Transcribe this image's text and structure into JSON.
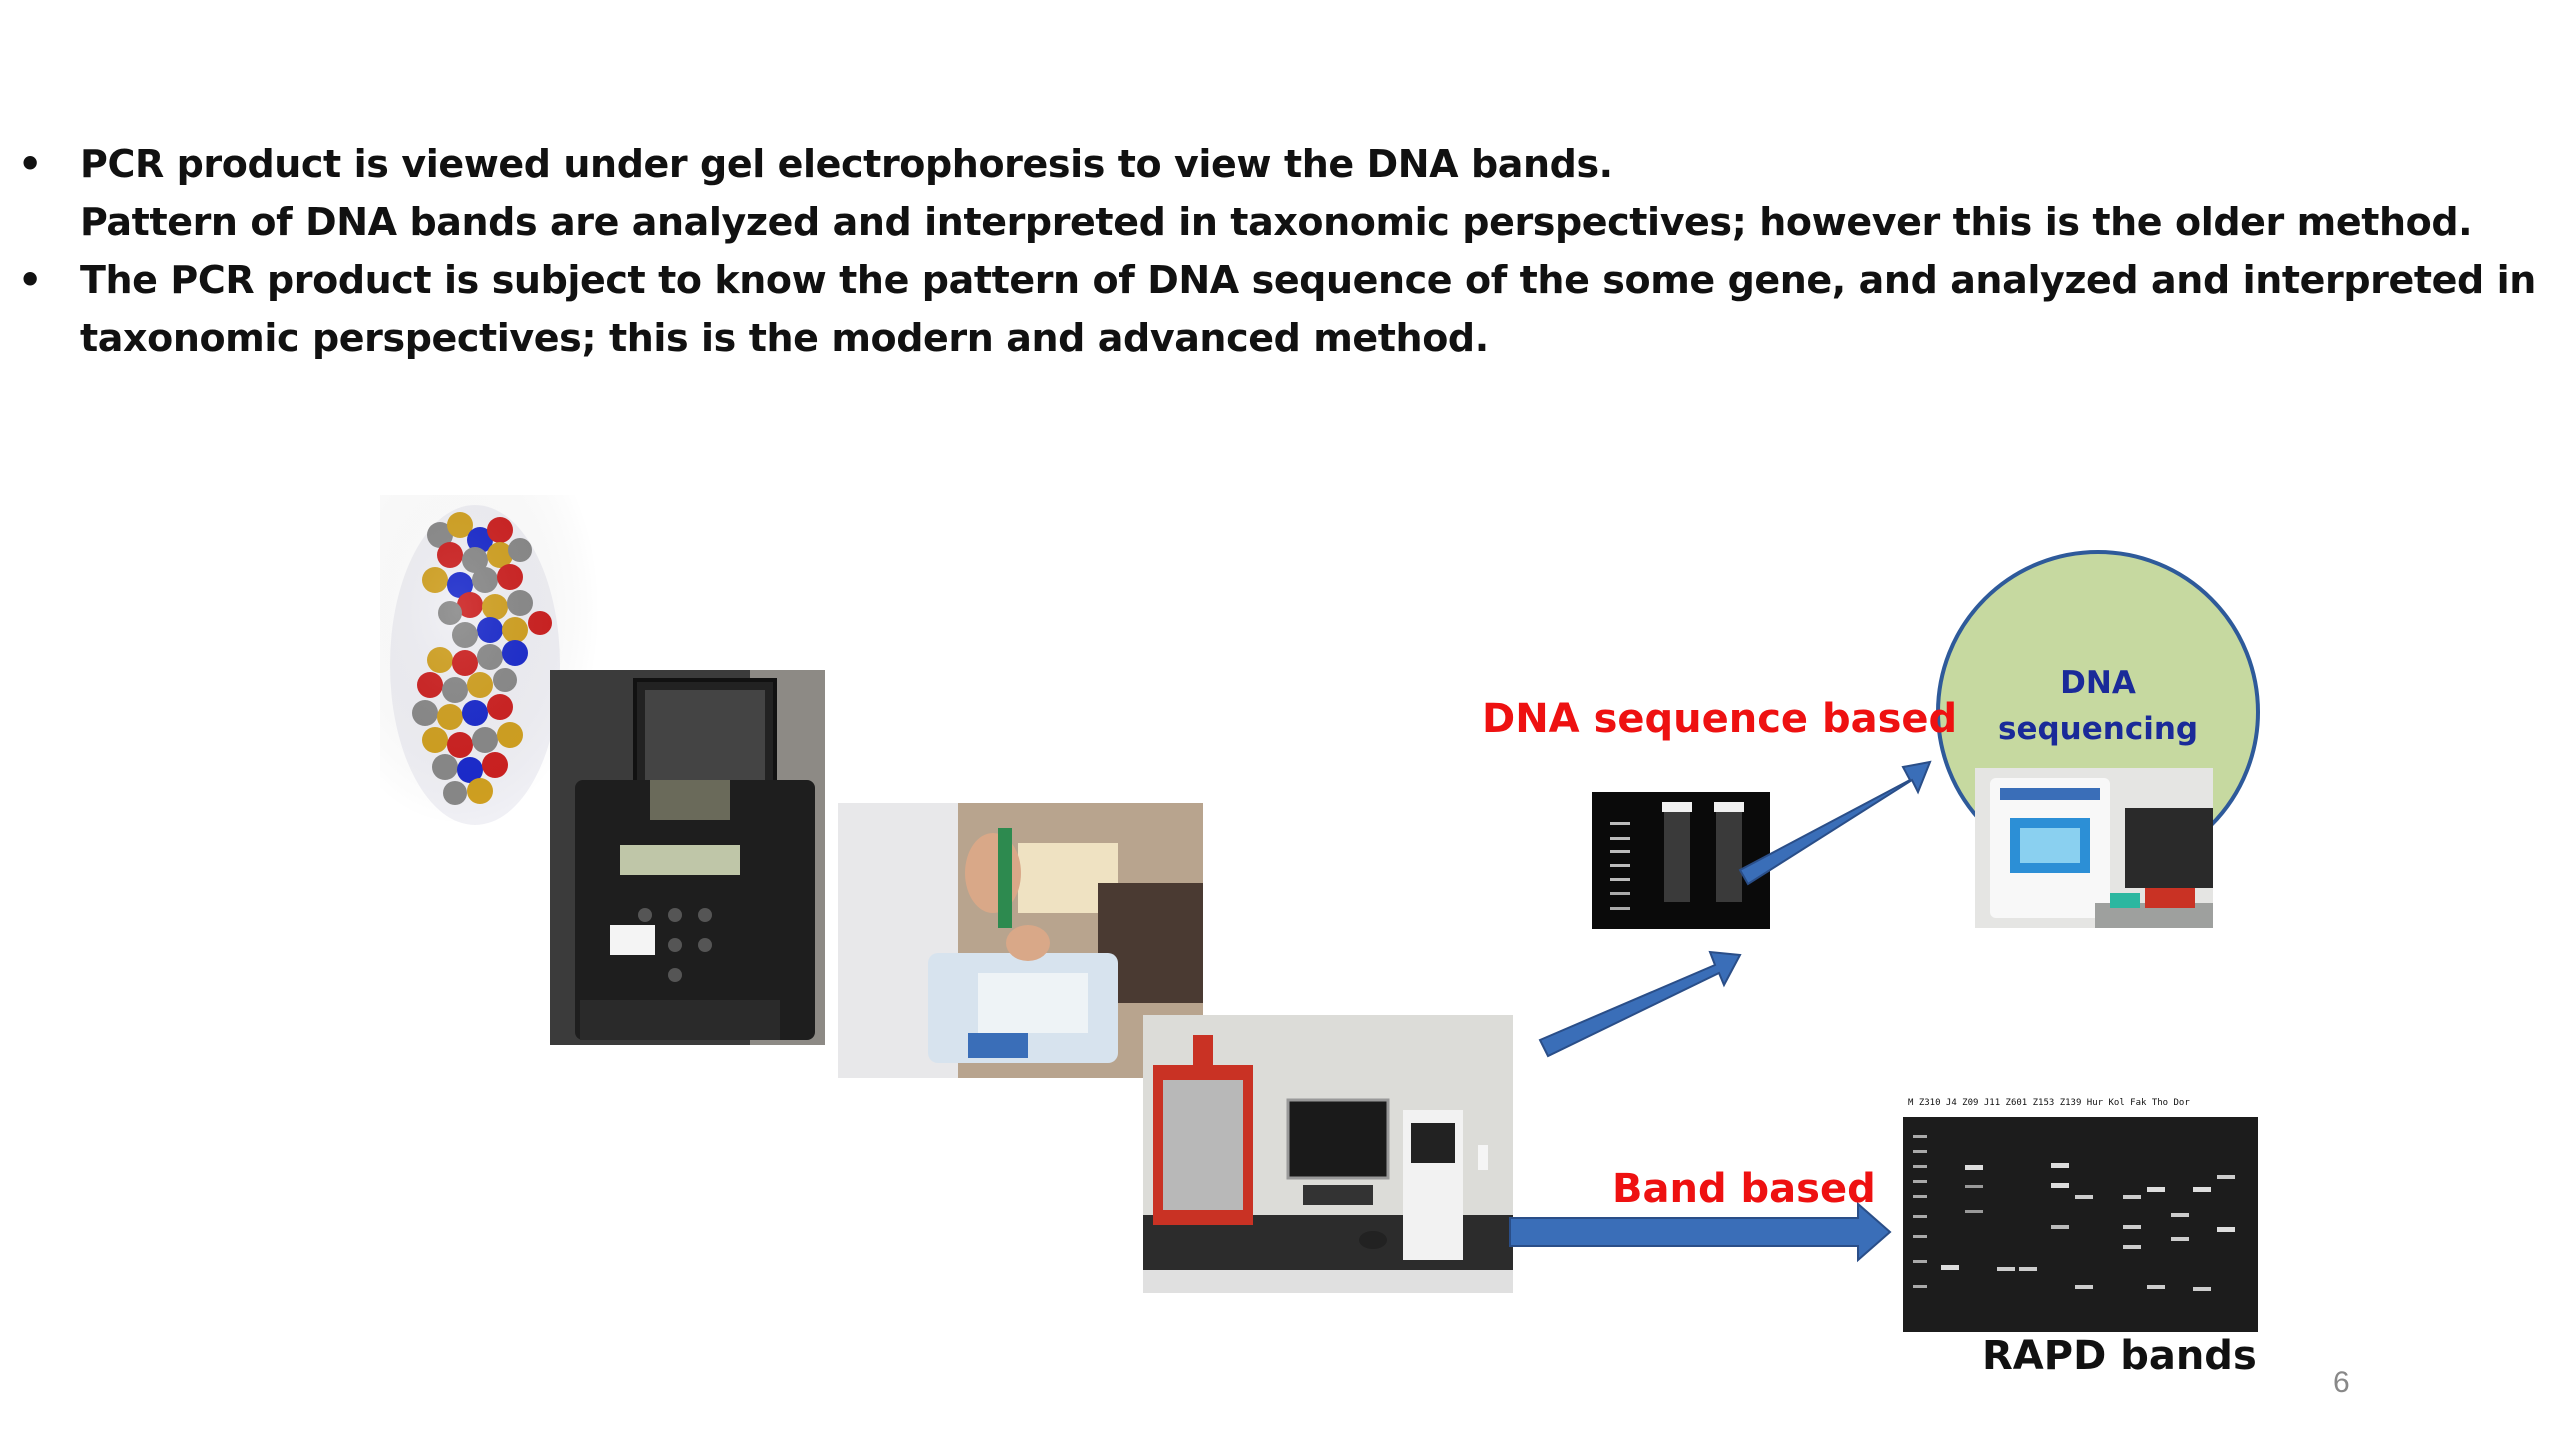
{
  "slide": {
    "bullets": [
      {
        "lines": [
          "PCR product is viewed under gel electrophoresis to view the DNA bands.",
          "Pattern of DNA bands are analyzed and interpreted in taxonomic perspectives; however this is the older method."
        ]
      },
      {
        "lines": [
          "The PCR product is subject to know the pattern of DNA sequence of the some gene, and analyzed and interpreted in",
          "taxonomic perspectives; this is the modern and advanced method."
        ]
      }
    ],
    "bullet_symbol": "•",
    "diagram": {
      "dna_sequence_label": "DNA sequence based",
      "band_label": "Band based",
      "circle_text": [
        "DNA",
        "sequencing"
      ],
      "rapd_label": "RAPD bands",
      "gel_lane_headers": "M  Z310 J4  Z09 J11 Z601 Z153 Z139 Hur Kol Fak Tho Dor"
    },
    "page_number": "6",
    "colors": {
      "label_red": "#ee1111",
      "arrow_blue": "#3a6eb8",
      "circle_fill": "#c6d9a0",
      "circle_border": "#2e5a9a",
      "circle_text": "#1a2a99"
    }
  }
}
